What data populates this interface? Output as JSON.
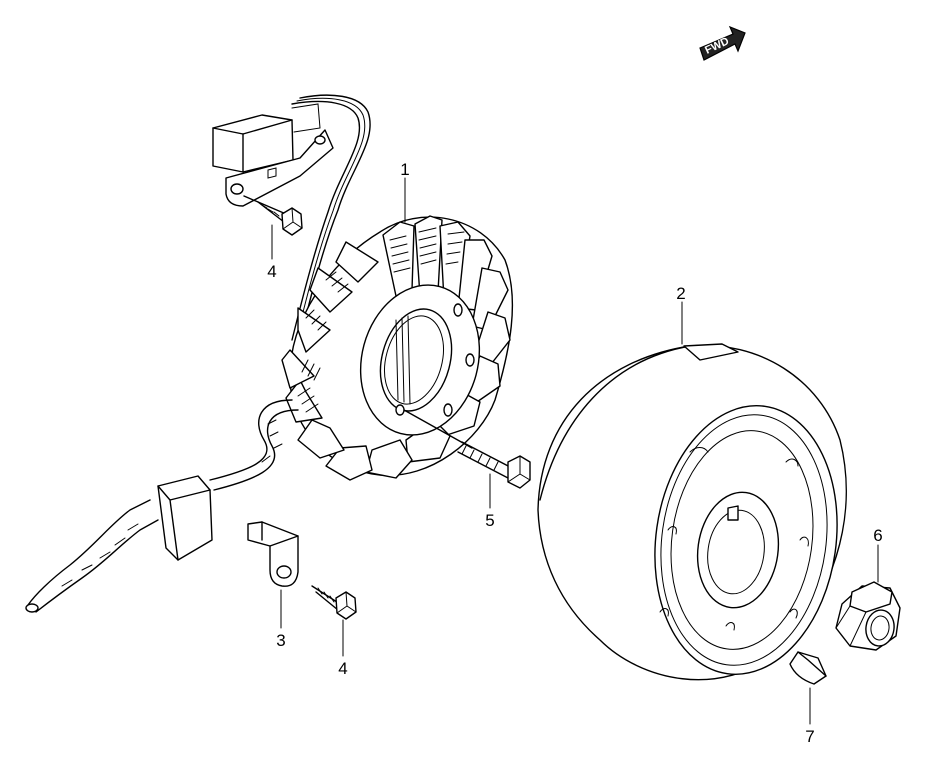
{
  "direction_badge": {
    "label": "FWD"
  },
  "callouts": [
    {
      "id": "stator",
      "number": "1"
    },
    {
      "id": "rotor",
      "number": "2"
    },
    {
      "id": "bracket",
      "number": "3"
    },
    {
      "id": "bracket-screw-top",
      "number": "4"
    },
    {
      "id": "bracket-screw-bottom",
      "number": "4"
    },
    {
      "id": "stator-bolt",
      "number": "5"
    },
    {
      "id": "rotor-nut",
      "number": "6"
    },
    {
      "id": "woodruff-key",
      "number": "7"
    }
  ]
}
